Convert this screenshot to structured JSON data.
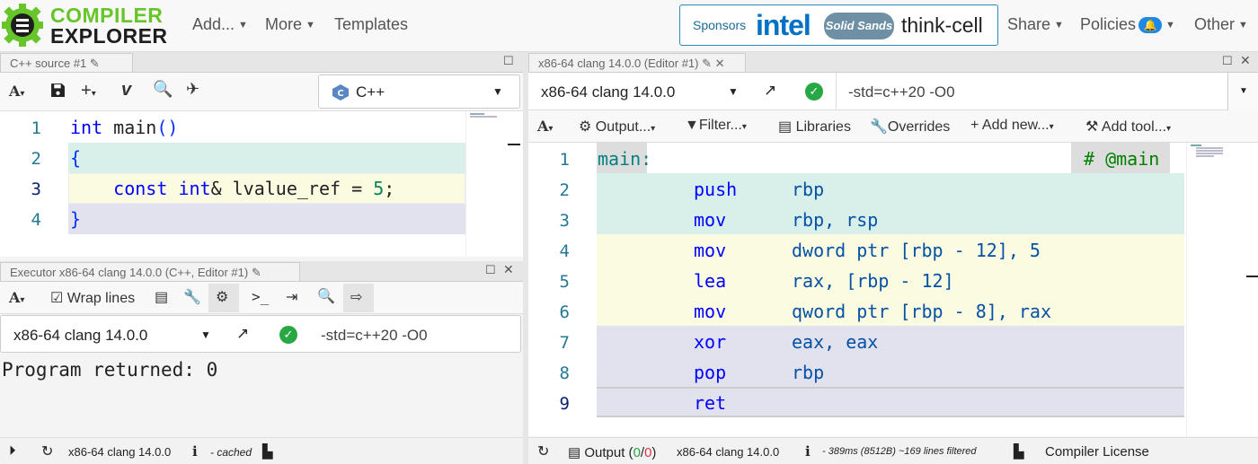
{
  "nav": {
    "logo_line1": "COMPILER",
    "logo_line2": "EXPLORER",
    "add": "Add...",
    "more": "More",
    "templates": "Templates",
    "sponsors_label": "Sponsors",
    "sponsor1": "intel",
    "sponsor2": "Solid Sands",
    "sponsor3": "think-cell",
    "share": "Share",
    "policies": "Policies",
    "other": "Other"
  },
  "source": {
    "tab_title": "C++ source #1",
    "language": "C++",
    "lines": [
      {
        "n": "1"
      },
      {
        "n": "2"
      },
      {
        "n": "3"
      },
      {
        "n": "4"
      }
    ],
    "code": {
      "l1_type": "int",
      "l1_name": " main",
      "l1_parens": "()",
      "l2": "{",
      "l3_kw": "const",
      "l3_type": "int",
      "l3_rest": "& lvalue_ref = ",
      "l3_num": "5",
      "l3_semi": ";",
      "l4": "}"
    }
  },
  "executor": {
    "tab_title": "Executor x86-64 clang 14.0.0 (C++, Editor #1)",
    "wrap_lines": "Wrap lines",
    "compiler": "x86-64 clang 14.0.0",
    "options": "-std=c++20 -O0",
    "output": "Program returned: 0",
    "status_compiler": "x86-64 clang 14.0.0",
    "status_cached": "- cached"
  },
  "compiler": {
    "tab_title": "x86-64 clang 14.0.0 (Editor #1)",
    "name": "x86-64 clang 14.0.0",
    "options": "-std=c++20 -O0",
    "toolbar": {
      "output": "Output...",
      "filter": "Filter...",
      "libraries": "Libraries",
      "overrides": "Overrides",
      "add_new": "Add new...",
      "add_tool": "Add tool..."
    },
    "asm": [
      {
        "n": "1",
        "label": "main:",
        "comment": "# @main"
      },
      {
        "n": "2",
        "op": "push",
        "args": "rbp"
      },
      {
        "n": "3",
        "op": "mov",
        "args": "rbp, rsp"
      },
      {
        "n": "4",
        "op": "mov",
        "args": "dword ptr [rbp - 12], 5"
      },
      {
        "n": "5",
        "op": "lea",
        "args": "rax, [rbp - 12]"
      },
      {
        "n": "6",
        "op": "mov",
        "args": "qword ptr [rbp - 8], rax"
      },
      {
        "n": "7",
        "op": "xor",
        "args": "eax, eax"
      },
      {
        "n": "8",
        "op": "pop",
        "args": "rbp"
      },
      {
        "n": "9",
        "op": "ret",
        "args": ""
      }
    ],
    "status": {
      "output": "Output (",
      "ok": "0",
      "slash": "/",
      "err": "0",
      "close": ")",
      "compiler": "x86-64 clang 14.0.0",
      "info": "- 389ms (8512B) ~169 lines filtered",
      "license": "Compiler License"
    }
  },
  "colors": {
    "green_band": "#d9efe9",
    "yellow_band": "#fbfbe1",
    "purple_band": "#e2e1ee"
  }
}
